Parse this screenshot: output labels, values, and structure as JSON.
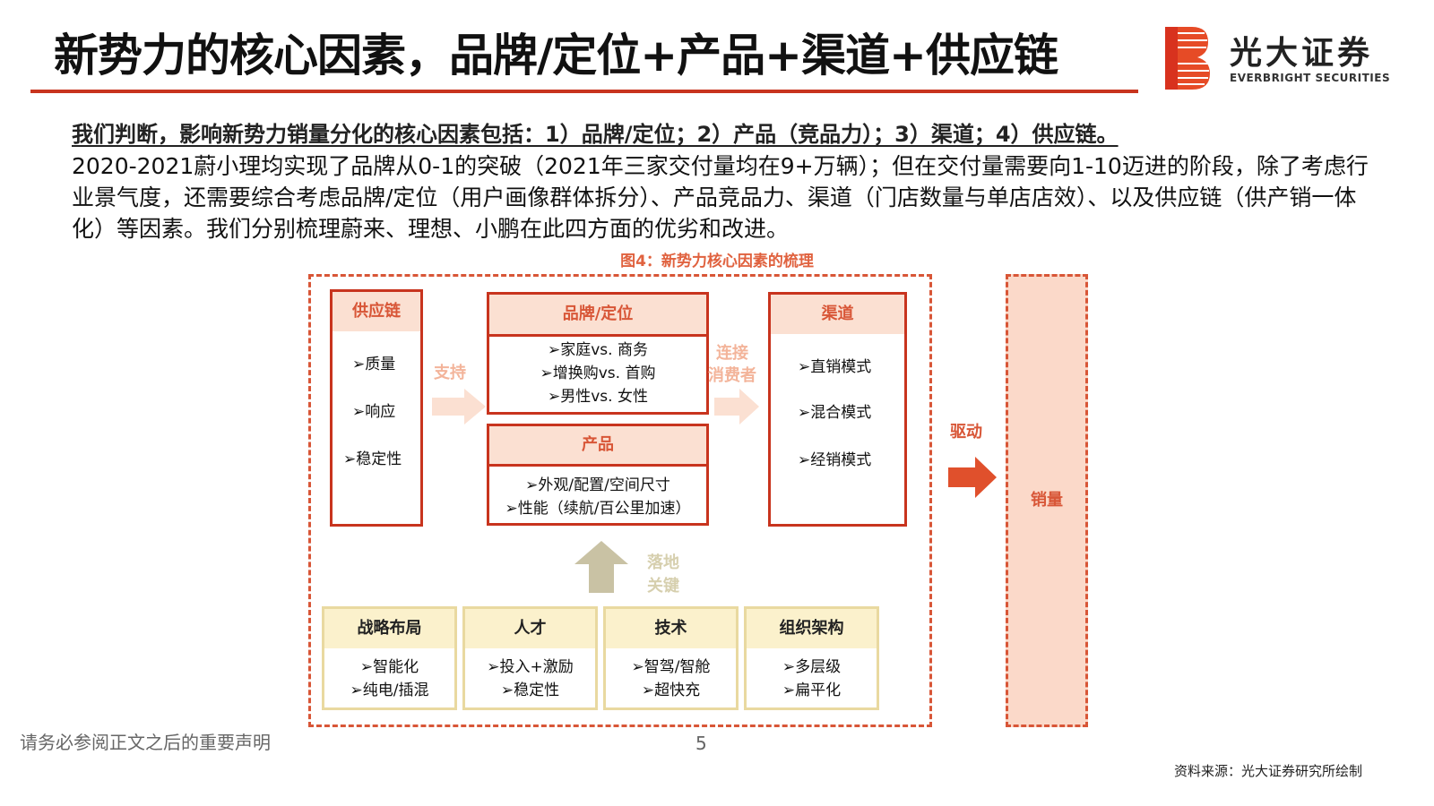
{
  "header": {
    "title": "新势力的核心因素，品牌/定位+产品+渠道+供应链",
    "logo_cn": "光大证券",
    "logo_en": "EVERBRIGHT SECURITIES"
  },
  "summary": {
    "lead": "我们判断，影响新势力销量分化的核心因素包括：1）品牌/定位；2）产品（竞品力）；3）渠道；4）供应链。",
    "body": "2020-2021蔚小理均实现了品牌从0-1的突破（2021年三家交付量均在9+万辆）；但在交付量需要向1-10迈进的阶段，除了考虑行业景气度，还需要综合考虑品牌/定位（用户画像群体拆分）、产品竞品力、渠道（门店数量与单店店效）、以及供应链（供产销一体化）等因素。我们分别梳理蔚来、理想、小鹏在此四方面的优劣和改进。"
  },
  "figure": {
    "caption": "图4：新势力核心因素的梳理",
    "supply_chain": {
      "title": "供应链",
      "items": [
        "➢质量",
        "➢响应",
        "➢稳定性"
      ]
    },
    "brand": {
      "title": "品牌/定位",
      "items": [
        "➢家庭vs. 商务",
        "➢增换购vs. 首购",
        "➢男性vs. 女性"
      ]
    },
    "product": {
      "title": "产品",
      "items": [
        "➢外观/配置/空间尺寸",
        "➢性能（续航/百公里加速）"
      ]
    },
    "channel": {
      "title": "渠道",
      "items": [
        "➢直销模式",
        "➢混合模式",
        "➢经销模式"
      ]
    },
    "arrows": {
      "support": "支持",
      "connect_1": "连接",
      "connect_2": "消费者",
      "land_1": "落地",
      "land_2": "关键",
      "drive": "驱动"
    },
    "sales": "销量",
    "foundations": [
      {
        "title": "战略布局",
        "items": [
          "➢智能化",
          "➢纯电/插混"
        ]
      },
      {
        "title": "人才",
        "items": [
          "➢投入+激励",
          "➢稳定性"
        ]
      },
      {
        "title": "技术",
        "items": [
          "➢智驾/智舱",
          "➢超快充"
        ]
      },
      {
        "title": "组织架构",
        "items": [
          "➢多层级",
          "➢扁平化"
        ]
      }
    ]
  },
  "footer": {
    "disclaimer": "请务必参阅正文之后的重要声明",
    "page": "5",
    "source": "资料来源：光大证券研究所绘制"
  },
  "colors": {
    "accent": "#c8341e",
    "dashed": "#d85637",
    "soft_red": "#fbe0d2",
    "soft_yellow": "#fbf1cc",
    "arrow_light": "#fbe0d2",
    "arrow_olive": "#c9c2a4"
  }
}
